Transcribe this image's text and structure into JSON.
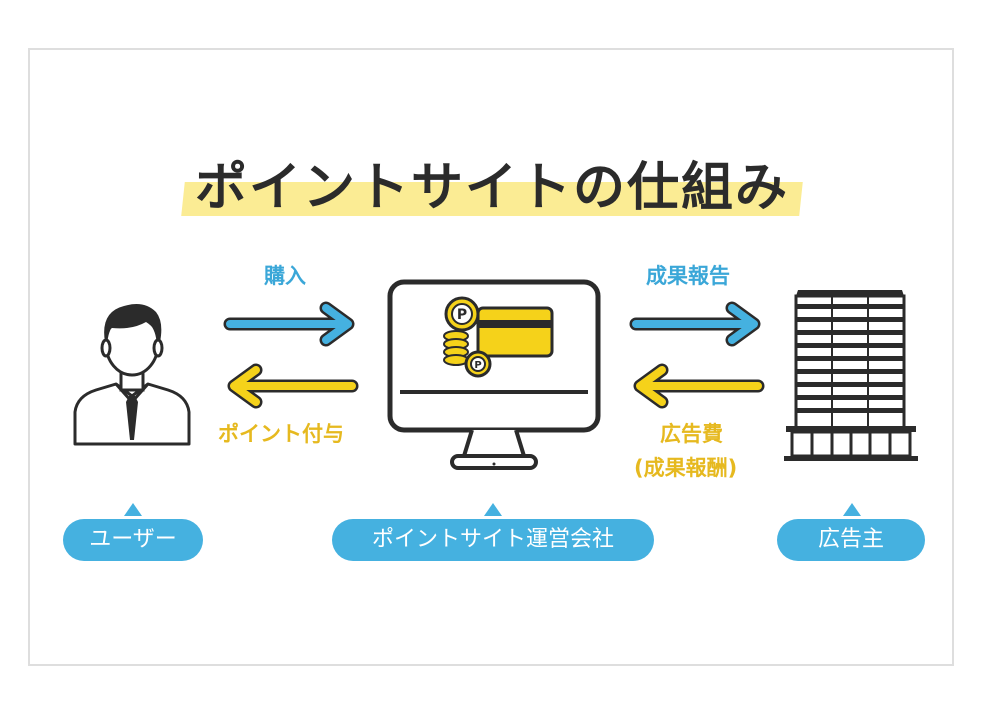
{
  "title": "ポイントサイトの仕組み",
  "flows": {
    "purchase": "購入",
    "grant_points": "ポイント付与",
    "result_report": "成果報告",
    "ad_fee_line1": "広告費",
    "ad_fee_line2": "(成果報酬)"
  },
  "actors": {
    "user": "ユーザー",
    "operator": "ポイントサイト運営会社",
    "advertiser": "広告主"
  },
  "icons": {
    "coin_mark": "P",
    "user": "person-icon",
    "site": "monitor-icon",
    "advertiser": "building-icon"
  },
  "colors": {
    "blue": "#45b1e0",
    "yellow": "#f5d21a",
    "dark": "#2b2b2b",
    "highlight": "#fbec94"
  }
}
